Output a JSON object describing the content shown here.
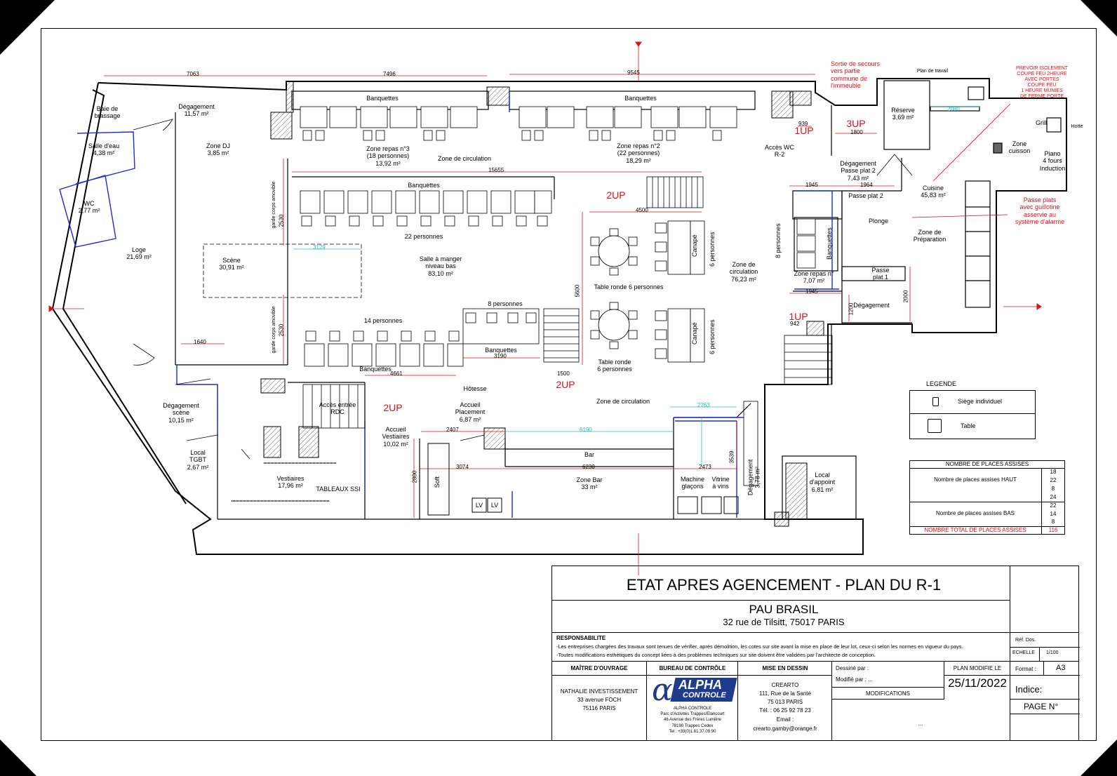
{
  "title_block": {
    "main_title": "ETAT APRES AGENCEMENT - PLAN DU R-1",
    "project_name": "PAU BRASIL",
    "address": "32 rue de Tilsitt, 75017 PARIS",
    "responsabilite_heading": "RESPONSABILITE",
    "responsabilite_line1": "-Les entreprises chargées des travaux sont tenues de vérifier, après démolition, les cotes sur site avant la mise en place de leur lot, ceux-ci selon les normes en vigueur du pays.",
    "responsabilite_line2": "-Toutes modifications esthétiques du concept liées à des problèmes techniques sur site doivent être validées par l'architecte de conception.",
    "ref_dos_label": "Réf. Dos.",
    "echelle_label": "ECHELLE",
    "echelle_value": "1/100",
    "format_label": "Format :",
    "format_value": "A3",
    "maitre_ouvrage_heading": "MAÎTRE D'OUVRAGE",
    "maitre_ouvrage_name": "NATHALIE INVESTISSEMENT",
    "maitre_ouvrage_addr1": "33 avenue FOCH",
    "maitre_ouvrage_addr2": "75116 PARIS",
    "bureau_heading": "BUREAU DE CONTRÔLE",
    "bureau_logo_letter": "α",
    "bureau_logo_top": "ALPHA",
    "bureau_logo_bottom": "CONTROLE",
    "bureau_name": "ALPHA CONTROLE",
    "bureau_addr1": "Parc d'Activités Trappes/Elancourt",
    "bureau_addr2": "46 Avenue des Frères Lumière",
    "bureau_addr3": "78190 Trappes Cedex",
    "bureau_tel": "Tel : +33(0)1.61.37.09.90",
    "mise_heading": "MISE EN DESSIN",
    "mise_name": "CREARTO",
    "mise_addr1": "111, Rue de la Santé",
    "mise_addr2": "75 013 PARIS",
    "mise_tel": "Tél. : 06 25 92 78 23",
    "mise_email_label": "Email :",
    "mise_email": "crearto.gamby@orange.fr",
    "dessine_par": "Dessiné par :",
    "modifie_par": "Modifié par :  ...",
    "modifications": "MODIFICATIONS",
    "ellipsis": "...",
    "plan_modifie_label": "PLAN MODIFIE LE",
    "plan_modifie_date": "25/11/2022",
    "indice_label": "Indice:",
    "page_label": "PAGE N°"
  },
  "legend": {
    "heading": "LEGENDE",
    "item1": "Siège individuel",
    "item2": "Table"
  },
  "seats_table": {
    "heading": "NOMBRE DE PLACES ASSISES",
    "haut_label": "Nombre de places assises HAUT",
    "haut_values": [
      "18",
      "22",
      "8",
      "24"
    ],
    "bas_label": "Nombre de places assises BAS",
    "bas_values": [
      "22",
      "14",
      "8"
    ],
    "total_label": "NOMBRE TOTAL DE PLACES ASSISES",
    "total_value": "116"
  },
  "rooms": {
    "baie": "Baie de\nbrassage",
    "degagement1": "Dégagement\n11,57 m²",
    "salle_eau": "Salle d'eau\n4,38 m²",
    "wc": "WC\n2,77 m²",
    "loge": "Loge\n21,69 m²",
    "zone_dj": "Zone DJ\n3,85 m²",
    "scene": "Scène\n30,91 m²",
    "salle_manger": "Salle à manger\nniveau bas\n83,10 m²",
    "zone_repas3": "Zone repas n°3\n(18 personnes)\n13,92 m²",
    "zone_circulation_top": "Zone de circulation",
    "zone_repas2": "Zone repas n°2\n(22 personnes)\n18,29 m²",
    "banquettes": "Banquettes",
    "p22": "22 personnes",
    "p14": "14 personnes",
    "p8": "8 personnes",
    "p6": "6 personnes",
    "table_ronde6": "Table ronde 6 personnes",
    "table_ronde6b": "Table ronde\n6 personnes",
    "canape": "Canapé",
    "zone_circulation_mid": "Zone de\ncirculation\n76,23 m²",
    "zone_circulation_bot": "Zone de circulation",
    "hotesse": "Hôtesse",
    "degagement_scene": "Dégagement\nscène\n10,15 m²",
    "local_tgbt": "Local\nTGBT\n2,67 m²",
    "acces_entree": "Accès entrée\nRDC",
    "accueil_vest": "Accueil\nVestiaires\n10,02 m²",
    "accueil_placement": "Accueil\nPlacement\n6,87 m²",
    "vestiaires": "Vestiaires\n17,96 m²",
    "tableaux_ssi": "TABLEAUX SSI",
    "soft": "Soft",
    "lv": "LV",
    "bar": "Bar",
    "zone_bar": "Zone Bar\n33 m²",
    "machine_glacons": "Machine\nglaçons",
    "vitrine_vins": "Vitrine\nà vins",
    "degagement_378": "Dégagement\n3,78 m²",
    "local_appoint": "Local\nd'appoint\n6,81 m²",
    "sortie_secours": "Sortie de secours\nvers partie\ncommune de\nl'immeuble",
    "acces_wc": "Accès WC\nR-2",
    "reserve": "Réserve\n3,69 m²",
    "plan_travail": "Plan de travail",
    "degagement_pp2": "Dégagement\nPasse plat 2\n7,43 m²",
    "passe_plat2": "Passe plat 2",
    "plonge": "Plonge",
    "zone_prep": "Zone de\nPréparation",
    "zone_repas_n": "Zone repas n°\n7,07 m²",
    "passe_plat1": "Passe\nplat 1",
    "degagement_cuisine": "Dégagement",
    "cuisine": "Cuisine\n45,83 m²",
    "zone_cuisson": "Zone\ncuisson",
    "grill": "Grill",
    "hotte": "Hotte",
    "piano": "Piano\n4 fours\nInduction",
    "prevoir": "PREVOIR ISOLEMENT\nCOUPE FEU 2HEURE\nAVEC PORTES\nCOUPE FEU\n1 HEURE MUNIES\nDE FERME PORTE",
    "passe_plats_note": "Passe plats\navec guillotine\nasservie au\nsystème d'alarme",
    "garde_corps": "garde corps amovible",
    "up1": "1UP",
    "up2": "2UP",
    "up3": "3UP",
    "p8_vertical": "8 personnes"
  },
  "dimensions": {
    "d7063": "7063",
    "d7496": "7496",
    "d9545": "9545",
    "d15655": "15655",
    "d4500": "4500",
    "d1500": "1500",
    "d1640": "1640",
    "d4661": "4661",
    "d3190": "3190",
    "d2407": "2407",
    "d3074": "3074",
    "d6230": "6230",
    "d2473": "2473",
    "d6190": "6190",
    "d2763": "2763",
    "d3539": "3539",
    "d2800": "2800",
    "d5600": "5600",
    "d1945": "1945",
    "d1964": "1964",
    "d939": "939",
    "d1800": "1800",
    "d2080": "2080",
    "d2000": "2000",
    "d1200": "1200",
    "d942": "942",
    "d3129": "3129",
    "d2530": "2530"
  }
}
